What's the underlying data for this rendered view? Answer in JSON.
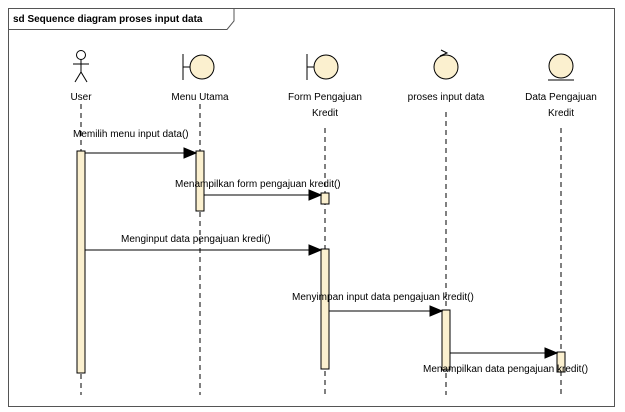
{
  "diagram": {
    "frame_title": "sd Sequence diagram proses input data",
    "lifelines": [
      {
        "id": "user",
        "label_lines": [
          "User"
        ],
        "shape": "actor"
      },
      {
        "id": "menu",
        "label_lines": [
          "Menu Utama"
        ],
        "shape": "boundary"
      },
      {
        "id": "form",
        "label_lines": [
          "Form Pengajuan",
          "Kredit"
        ],
        "shape": "boundary"
      },
      {
        "id": "proses",
        "label_lines": [
          "proses input data"
        ],
        "shape": "control"
      },
      {
        "id": "data",
        "label_lines": [
          "Data Pengajuan",
          "Kredit"
        ],
        "shape": "entity"
      }
    ],
    "messages": [
      {
        "from": "user",
        "to": "menu",
        "label": "Memilih menu input data()"
      },
      {
        "from": "menu",
        "to": "form",
        "label": "Menampilkan form pengajuan kredit()"
      },
      {
        "from": "user",
        "to": "form",
        "label": "Menginput data pengajuan kredi()"
      },
      {
        "from": "form",
        "to": "proses",
        "label": "Menyimpan input data pengajuan kredit()"
      },
      {
        "from": "proses",
        "to": "data",
        "label": "Menampilkan data pengajuan kredit()"
      }
    ]
  }
}
